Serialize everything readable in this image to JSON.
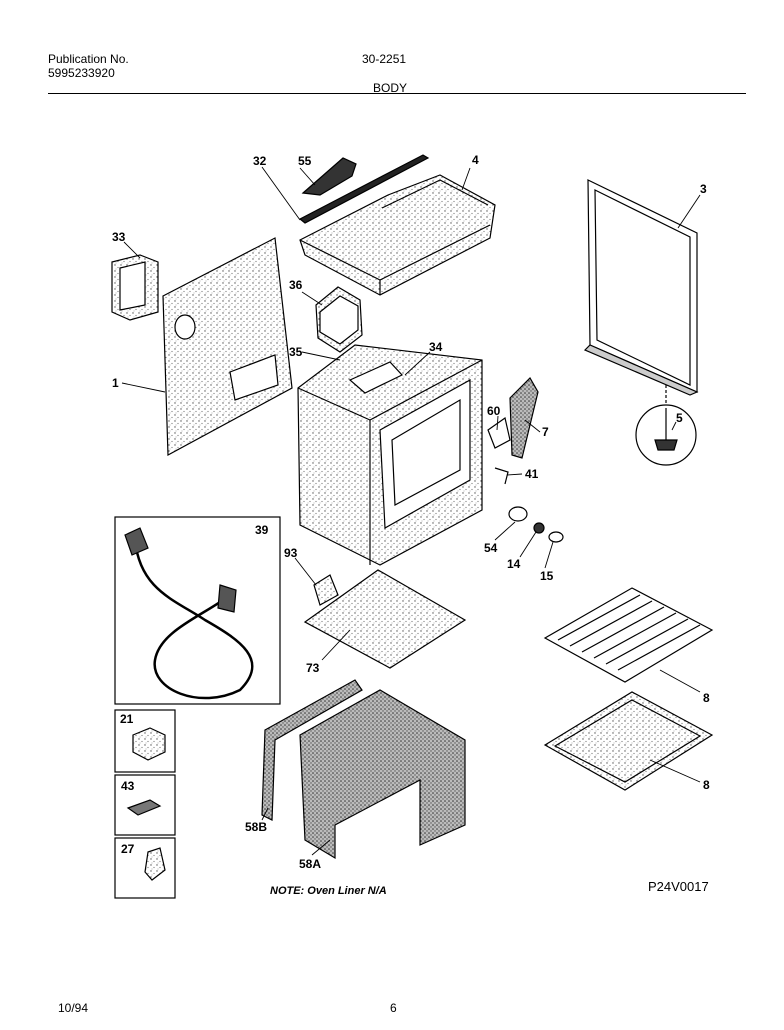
{
  "header": {
    "publication_label": "Publication No.",
    "publication_number": "5995233920",
    "model": "30-2251",
    "section_title": "BODY"
  },
  "callouts": {
    "c1": "1",
    "c3": "3",
    "c4": "4",
    "c5": "5",
    "c7": "7",
    "c8a": "8",
    "c8b": "8",
    "c14": "14",
    "c15": "15",
    "c21": "21",
    "c27": "27",
    "c32": "32",
    "c33": "33",
    "c34": "34",
    "c35": "35",
    "c36": "36",
    "c39": "39",
    "c41": "41",
    "c43": "43",
    "c54": "54",
    "c55": "55",
    "c58a": "58A",
    "c58b": "58B",
    "c60": "60",
    "c73": "73",
    "c93": "93"
  },
  "note": "NOTE: Oven Liner N/A",
  "diagram_code": "P24V0017",
  "footer": {
    "date": "10/94",
    "page": "6"
  }
}
